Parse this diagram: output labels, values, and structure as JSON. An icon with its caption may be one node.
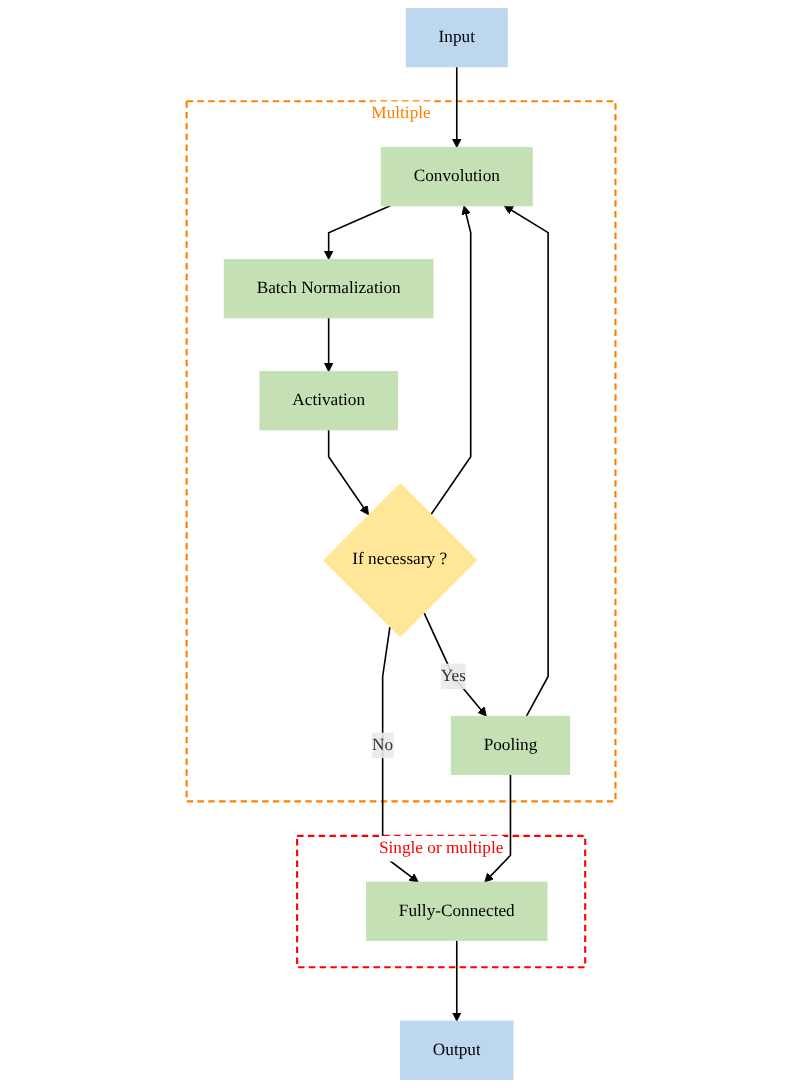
{
  "diagram": {
    "nodes": [
      {
        "text": [
          "Input"
        ]
      },
      {
        "text": [
          "Multiple"
        ]
      },
      {
        "text": [
          "Convolution"
        ],
        "in": 1
      },
      {
        "text": [
          "Batch Normalization"
        ],
        "in": 1
      },
      {
        "text": [
          "Activation"
        ],
        "in": 1
      },
      {
        "text": [
          "If necessary ?"
        ],
        "in": 1
      },
      {
        "text": [
          "Pooling"
        ],
        "in": 1
      },
      {
        "text": [
          "Single or multiple"
        ]
      },
      {
        "text": [
          "Fully-Connected"
        ],
        "in": 7
      },
      {
        "text": [
          "Output"
        ]
      }
    ],
    "edges": [
      {
        "from": 0,
        "to": 2,
        "arrow": "to"
      },
      {
        "from": 2,
        "to": 3,
        "arrow": "to"
      },
      {
        "from": 3,
        "to": 4,
        "arrow": "to"
      },
      {
        "from": 4,
        "to": 5,
        "arrow": "to"
      },
      {
        "from": 5,
        "to": 6,
        "arrow": "to",
        "label": "Yes"
      },
      {
        "from": 5,
        "to": 8,
        "arrow": "to",
        "label": "No"
      },
      {
        "from": 5,
        "to": 2,
        "arrow": "to"
      },
      {
        "from": 6,
        "to": 8,
        "arrow": "to"
      },
      {
        "from": 6,
        "to": 2,
        "arrow": "to"
      },
      {
        "from": 8,
        "to": 9,
        "arrow": "to"
      }
    ]
  }
}
